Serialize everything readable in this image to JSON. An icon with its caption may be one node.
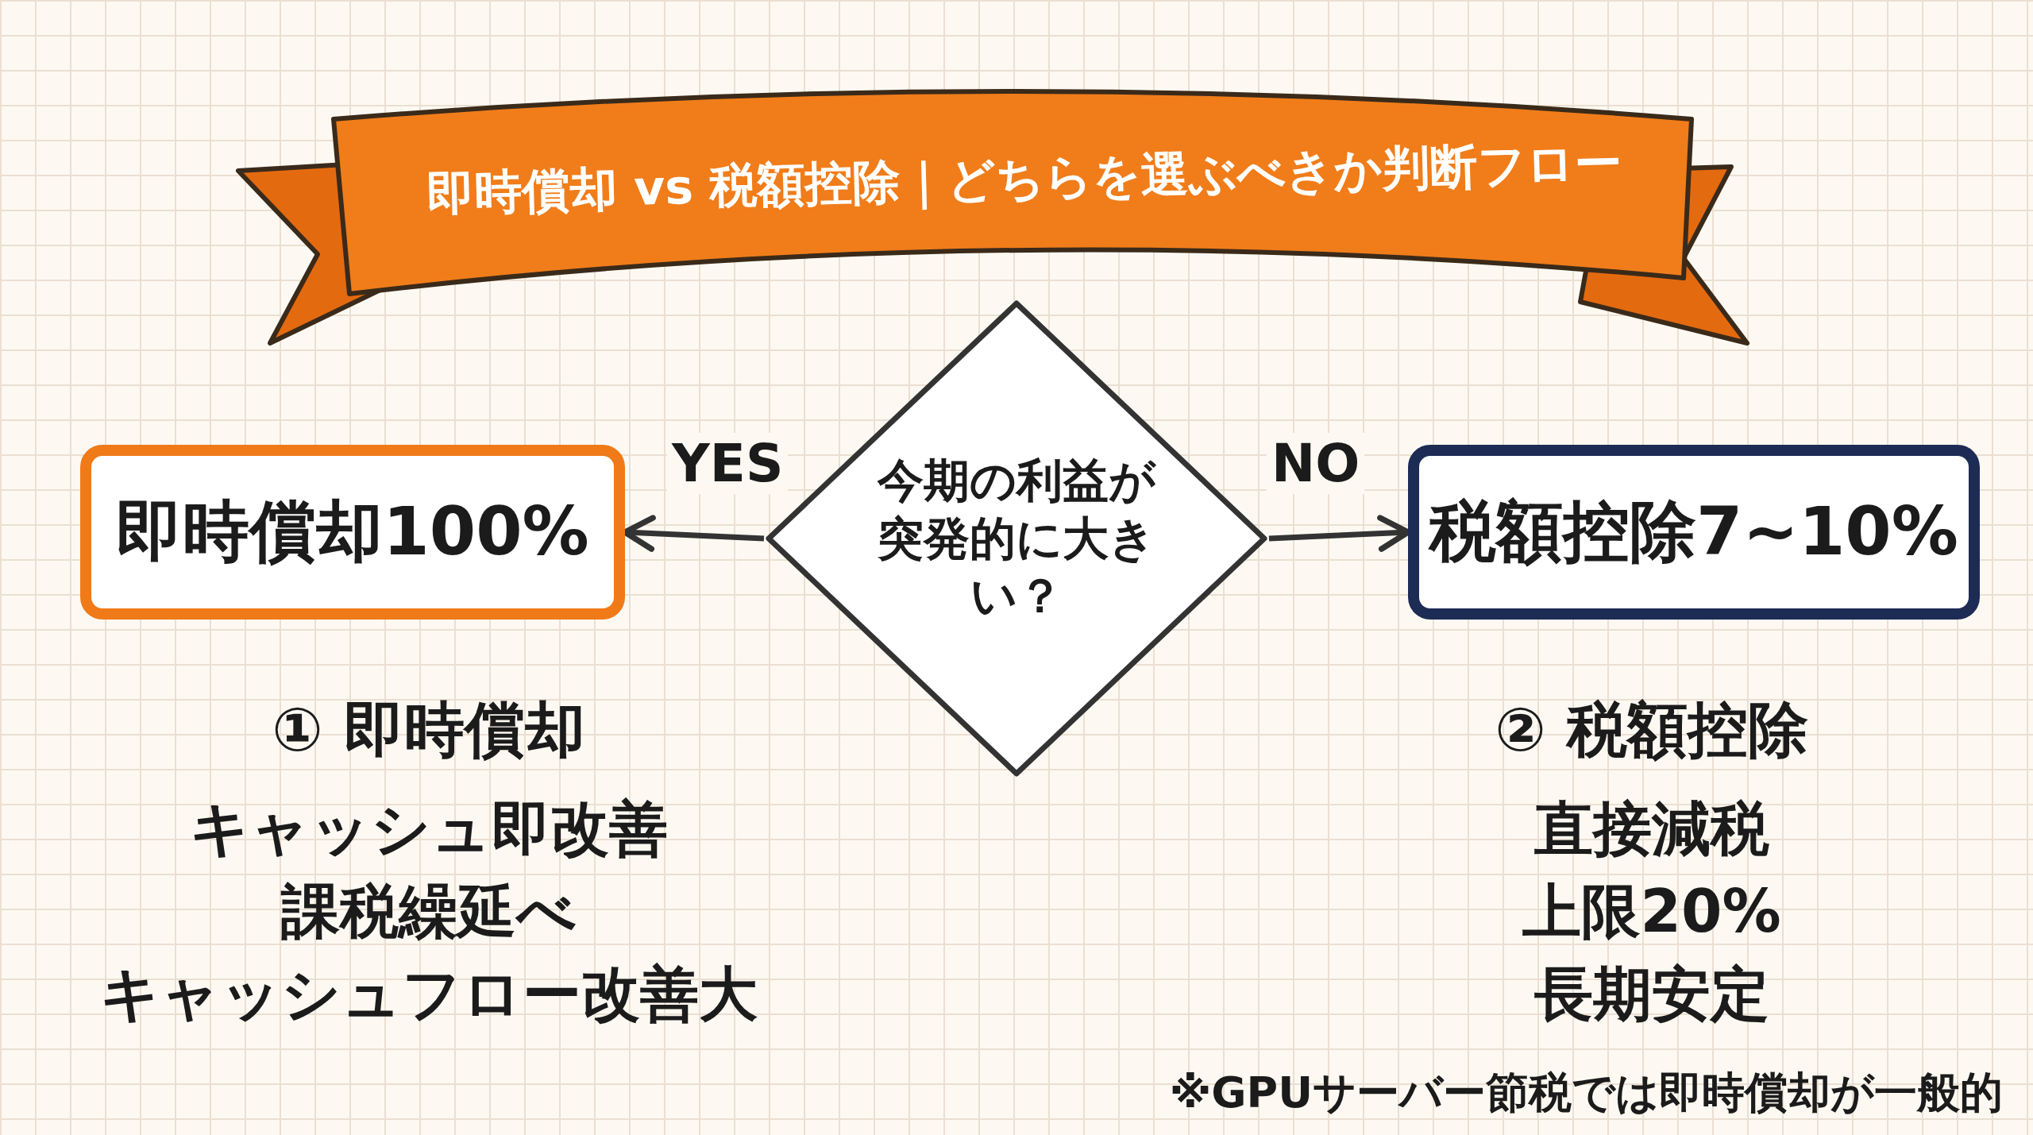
{
  "diagram": {
    "title": "即時償却 vs 税額控除｜どちらを選ぶべきか判断フロー",
    "nodes": [
      {
        "text": [
          "今期の利益が突発的に大きい？"
        ]
      },
      {
        "text": [
          "即時償却100%"
        ],
        "beside": [
          "① 即時償却",
          "キャッシュ即改善",
          "課税繰延べ",
          "キャッシュフロー改善大"
        ]
      },
      {
        "text": [
          "税額控除7~10%"
        ],
        "beside": [
          "② 税額控除",
          "直接減税",
          "上限20%",
          "長期安定"
        ]
      }
    ],
    "edges": [
      {
        "from": 0,
        "to": 1,
        "arrow": "to",
        "label": "YES"
      },
      {
        "from": 0,
        "to": 2,
        "arrow": "to",
        "label": "NO"
      }
    ],
    "labels": [
      "※GPUサーバー節税では即時償却が一般的"
    ]
  }
}
